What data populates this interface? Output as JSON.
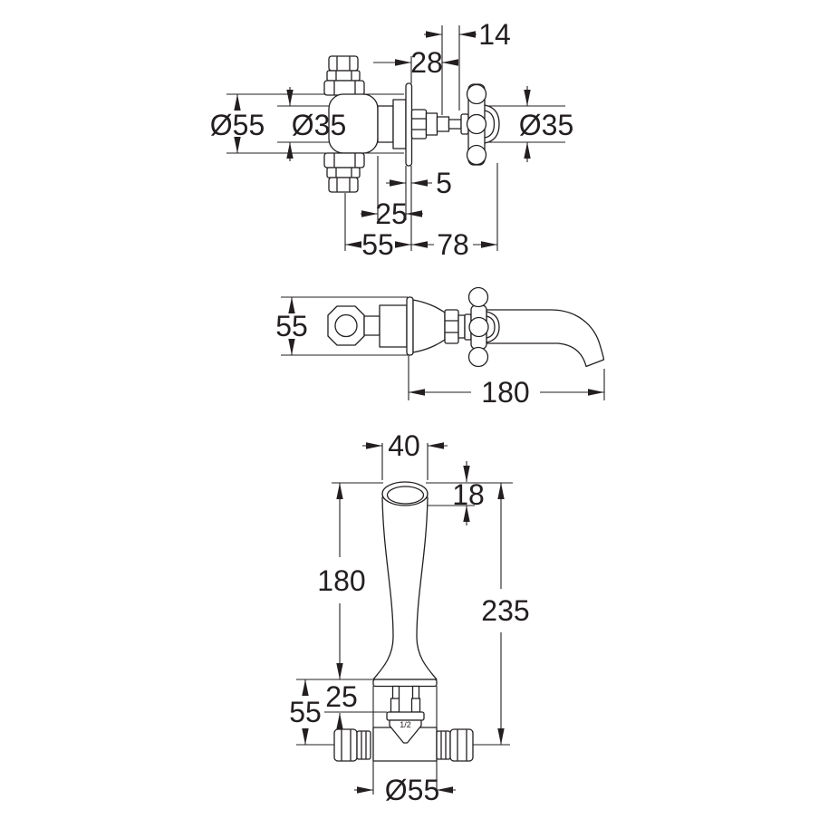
{
  "colors": {
    "background": "#ffffff",
    "line": "#231f20"
  },
  "views": {
    "top_plan": {
      "dims": {
        "dia_body": "Ø55",
        "dia_cartridge": "Ø35",
        "dia_handle": "Ø35",
        "offset_14": "14",
        "offset_28": "28",
        "plate_thickness": "5",
        "depth_25": "25",
        "depth_55": "55",
        "projection_78": "78"
      }
    },
    "side_profile": {
      "dims": {
        "height_55": "55",
        "projection_180": "180"
      }
    },
    "front_spout": {
      "dims": {
        "width_40": "40",
        "outlet_18": "18",
        "height_180": "180",
        "height_235": "235",
        "inset_25": "25",
        "inset_55": "55",
        "dia_flange": "Ø55"
      },
      "thread_label": "1/2"
    }
  }
}
